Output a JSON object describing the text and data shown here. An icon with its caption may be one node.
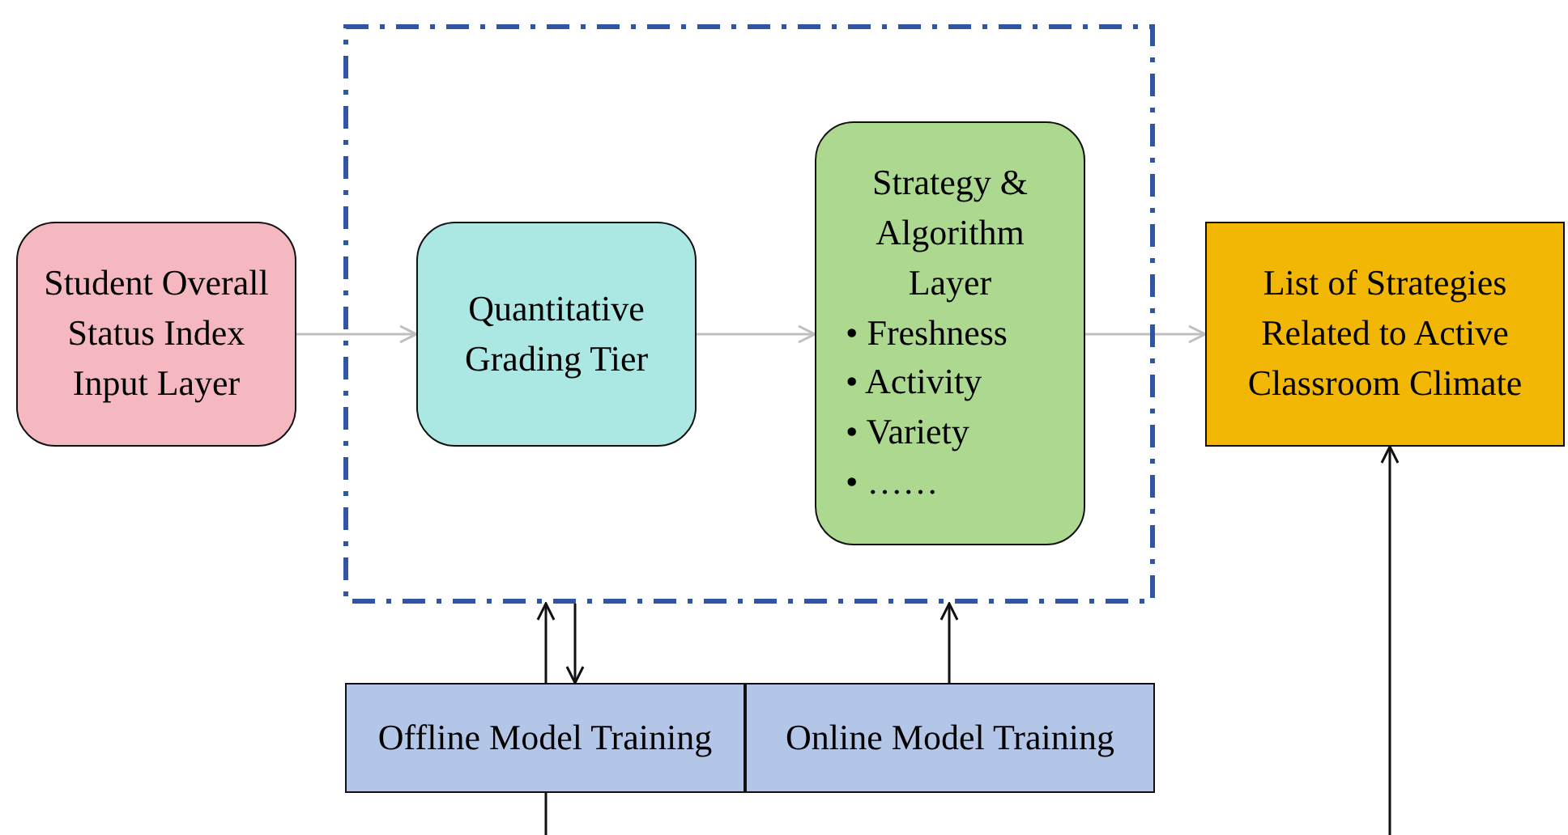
{
  "diagram": {
    "nodes": [
      {
        "text": [],
        "shape": "box"
      },
      {
        "text": [
          "Student Overall Status Index Input Layer"
        ]
      },
      {
        "text": [
          "Quantitative Grading Tier"
        ],
        "in": 0
      },
      {
        "text": [
          "Strategy & Algorithm Layer",
          "• Freshness",
          "• Activity",
          "• Variety",
          "• ……"
        ],
        "in": 0
      },
      {
        "text": [
          "List of Strategies Related to Active Classroom Climate"
        ]
      },
      {
        "text": [
          "Offline Model Training"
        ]
      },
      {
        "text": [
          "Online Model Training"
        ]
      }
    ],
    "edges": [
      {
        "from": 1,
        "to": 2,
        "arrow": "to",
        "color": "#bfbfbf"
      },
      {
        "from": 2,
        "to": 3,
        "arrow": "to",
        "color": "#bfbfbf"
      },
      {
        "from": 3,
        "to": 4,
        "arrow": "to",
        "color": "#bfbfbf"
      },
      {
        "from": 5,
        "to": 0,
        "arrow": "to"
      },
      {
        "from": 0,
        "to": 5,
        "arrow": "to"
      },
      {
        "from": 6,
        "to": 0,
        "arrow": "to"
      },
      {
        "from": 5,
        "to": null,
        "arrow": "none"
      },
      {
        "from": null,
        "to": 4,
        "arrow": "to"
      }
    ]
  }
}
